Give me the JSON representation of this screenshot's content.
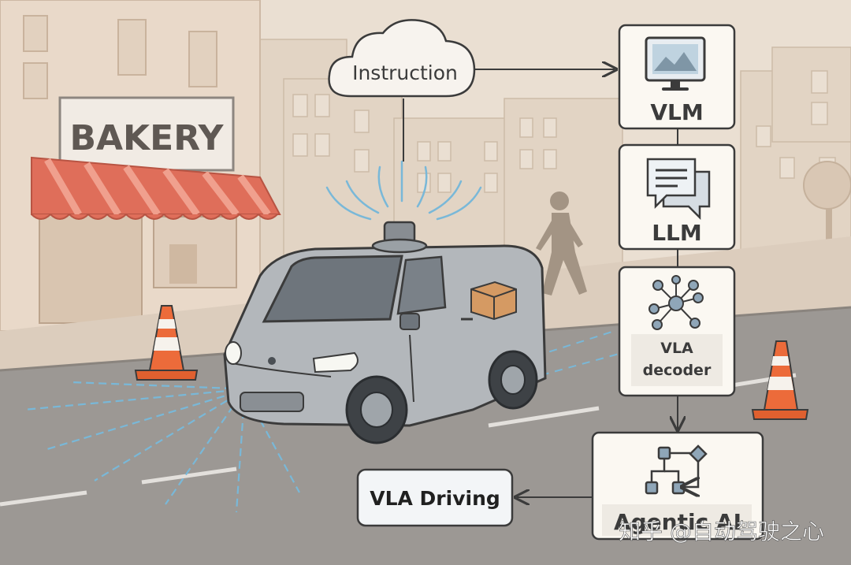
{
  "scene": {
    "shop_sign": "BAKERY"
  },
  "diagram": {
    "instruction_label": "Instruction",
    "nodes": [
      {
        "id": "vlm",
        "label": "VLM",
        "icon": "monitor-icon"
      },
      {
        "id": "llm",
        "label": "LLM",
        "icon": "chat-bubbles-icon"
      },
      {
        "id": "vla",
        "label_line1": "VLA",
        "label_line2": "decoder",
        "icon": "network-icon"
      },
      {
        "id": "agentic",
        "label": "Agentic AI",
        "icon": "flowchart-icon"
      },
      {
        "id": "driving",
        "label": "VLA Driving"
      }
    ]
  },
  "watermark": "知乎 @自动驾驶之心",
  "colors": {
    "background": "#e8ddd0",
    "road": "#9c9894",
    "awning_red": "#df6e5a",
    "cone_orange": "#ec6b3a",
    "van_body": "#b3b7bb",
    "box_fill": "#fbf8f2",
    "box_stroke": "#3b3b3b",
    "sensor_blue": "#79b8d8"
  }
}
